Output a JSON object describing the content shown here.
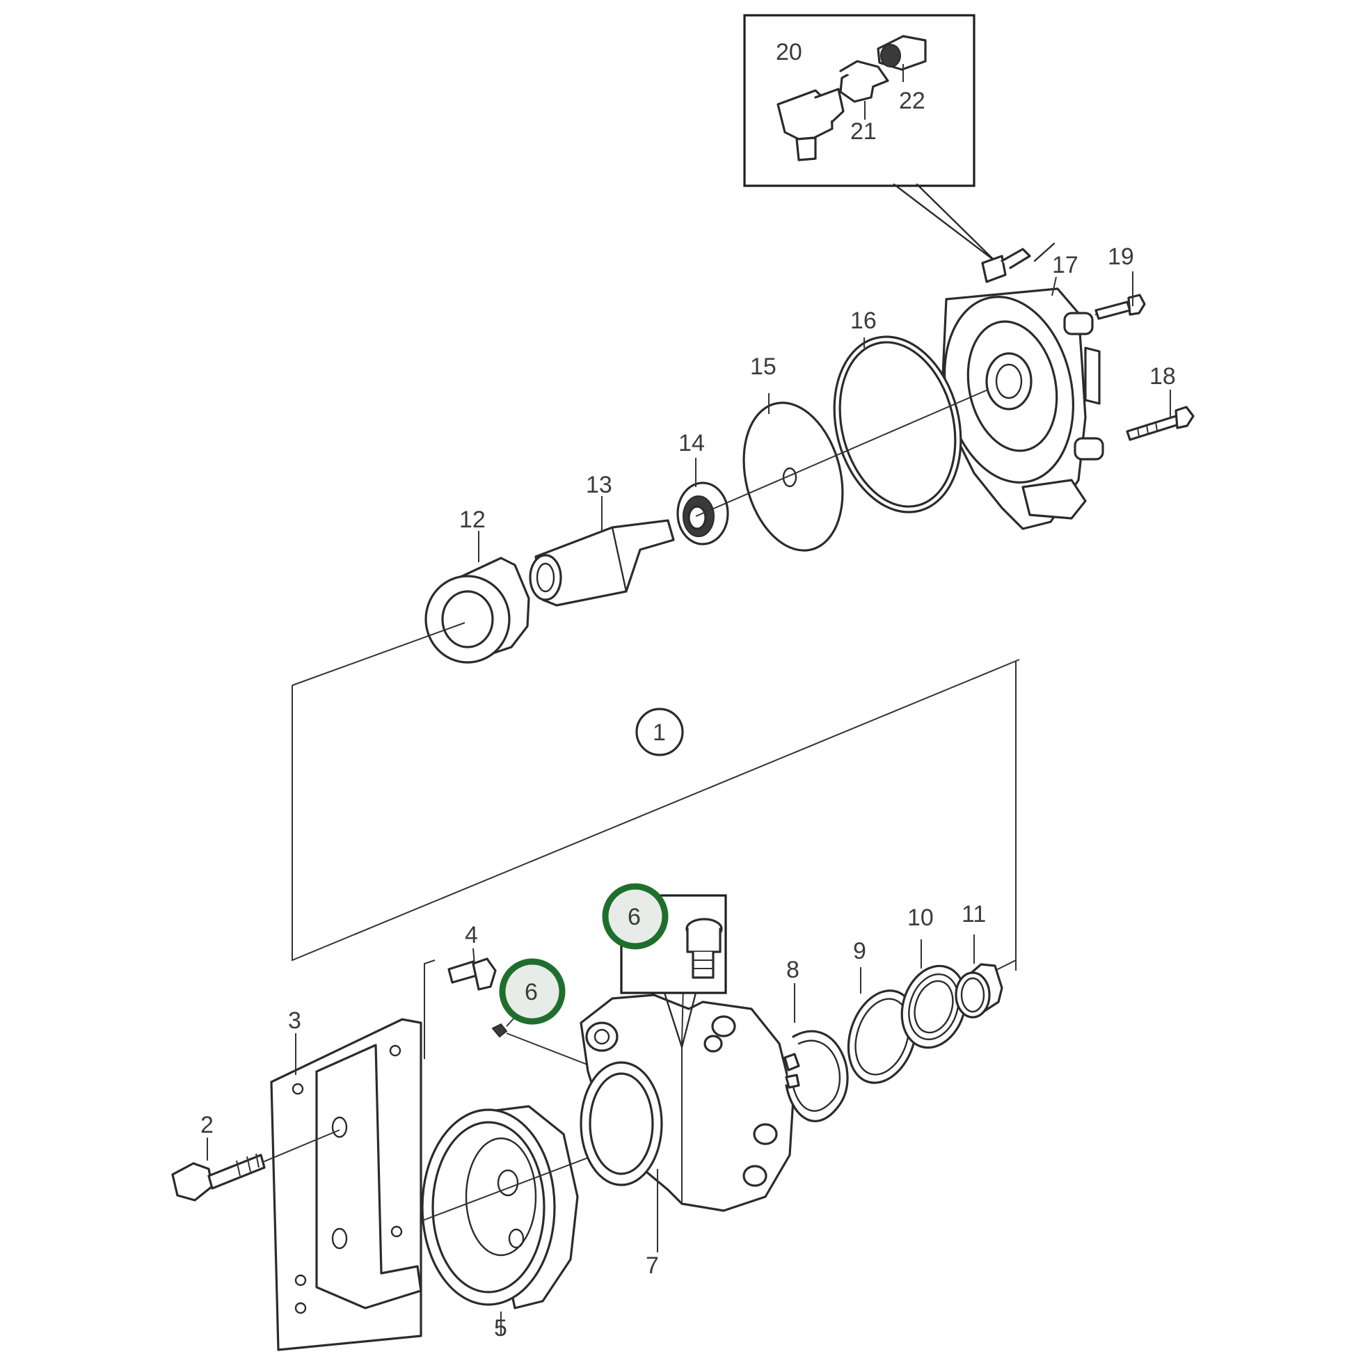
{
  "colors": {
    "line": "#2b2b2b",
    "highlight_ring": "#1f6f2c",
    "highlight_fill": "#e8ece8",
    "background": "#ffffff"
  },
  "callouts": {
    "c1": "1",
    "c2": "2",
    "c3": "3",
    "c4": "4",
    "c5": "5",
    "c6a": "6",
    "c6b": "6",
    "c7": "7",
    "c8": "8",
    "c9": "9",
    "c10": "10",
    "c11": "11",
    "c12": "12",
    "c13": "13",
    "c14": "14",
    "c15": "15",
    "c16": "16",
    "c17": "17",
    "c18": "18",
    "c19": "19",
    "c20": "20",
    "c21": "21",
    "c22": "22"
  }
}
